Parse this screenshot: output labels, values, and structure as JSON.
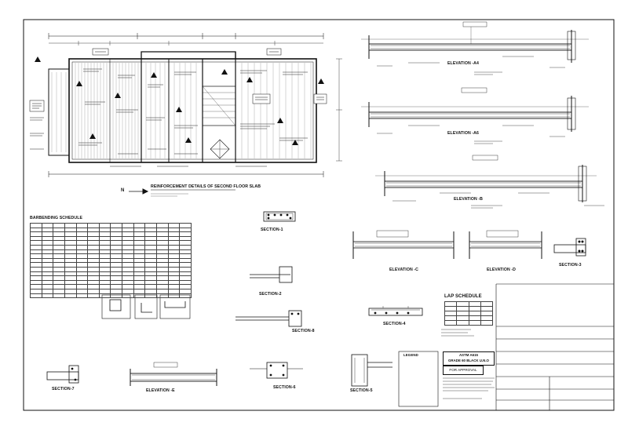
{
  "plan": {
    "title": "REINFORCEMENT DETAILS OF SECOND FLOOR SLAB",
    "north_label": "N"
  },
  "elevations": {
    "a4": "ELEVATION -A4",
    "a6": "ELEVATION -A6",
    "b": "ELEVATION -B",
    "c": "ELEVATION -C",
    "d": "ELEVATION -D",
    "e": "ELEVATION -E"
  },
  "sections": {
    "s1": "SECTION-1",
    "s2": "SECTION-2",
    "s3": "SECTION-3",
    "s4": "SECTION-4",
    "s5": "SECTION-5",
    "s6": "SECTION-6",
    "s7": "SECTION-7",
    "s8": "SECTION-8"
  },
  "schedules": {
    "barbending_title": "BARBENDING SCHEDULE",
    "lap_title": "LAP SCHEDULE"
  },
  "legend": {
    "title": "LEGEND"
  },
  "notes": {
    "material_line1": "ASTM A615",
    "material_line2": "GRADE 60 BLACK U.N.O",
    "approval": "FOR APPROVAL"
  }
}
